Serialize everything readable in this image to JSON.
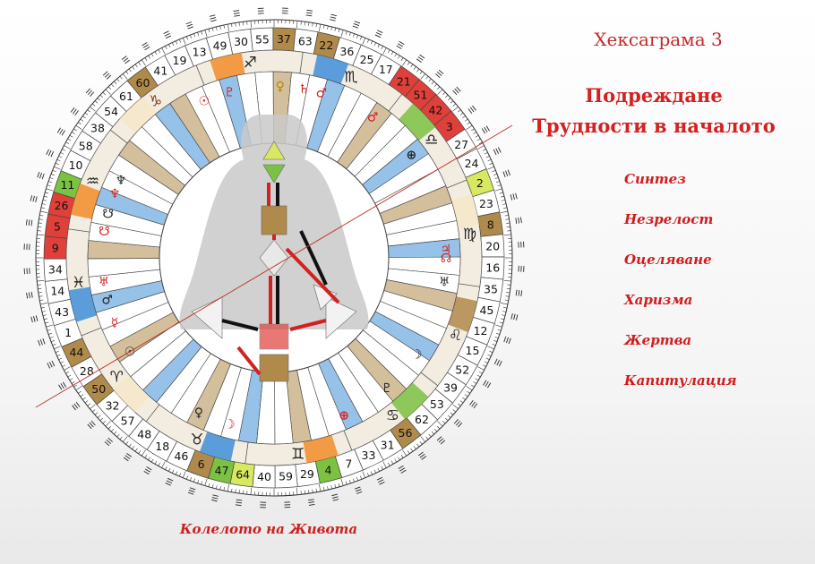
{
  "hexagram_title": "Хексаграма 3",
  "hexagram_name": [
    "Подреждане",
    "Трудности в началото"
  ],
  "keywords": [
    "Синтез",
    "Незрелост",
    "Оцеляване",
    "Харизма",
    "Жертва",
    "Капитулация"
  ],
  "caption": "Колелото на Живота",
  "wheel_gates": [
    41,
    19,
    13,
    49,
    30,
    55,
    37,
    63,
    22,
    36,
    25,
    17,
    21,
    51,
    42,
    3,
    27,
    24,
    2,
    23,
    8,
    20,
    16,
    35,
    45,
    12,
    15,
    52,
    39,
    53,
    62,
    56,
    31,
    33,
    7,
    4,
    29,
    59,
    40,
    64,
    47,
    6,
    46,
    18,
    48,
    57,
    32,
    50,
    28,
    44,
    1,
    43,
    14,
    34,
    9,
    5,
    26,
    11,
    10,
    58,
    38,
    54,
    61,
    60
  ],
  "zodiac_signs": [
    {
      "glyph": "♑",
      "color": "#7a3b1a"
    },
    {
      "glyph": "♐",
      "color": "#222222"
    },
    {
      "glyph": "♏",
      "color": "#222222"
    },
    {
      "glyph": "♎",
      "color": "#222222"
    },
    {
      "glyph": "♍",
      "color": "#222222"
    },
    {
      "glyph": "♌",
      "color": "#222222"
    },
    {
      "glyph": "♋",
      "color": "#222222"
    },
    {
      "glyph": "♊",
      "color": "#222222"
    },
    {
      "glyph": "♉",
      "color": "#222222"
    },
    {
      "glyph": "♈",
      "color": "#222222"
    },
    {
      "glyph": "♓",
      "color": "#222222"
    },
    {
      "glyph": "♒",
      "color": "#222222"
    }
  ],
  "sector_colors": {
    "brown": "#b08a4a",
    "green": "#7cc242",
    "red": "#e0403a",
    "blue": "#3f8fd8",
    "orange": "#f28c28",
    "yellow": "#d8e860",
    "light": "#f6e7c8"
  },
  "highlight_colors": {
    "11": "#7cc242",
    "26": "#e0403a",
    "5": "#e0403a",
    "9": "#e0403a",
    "44": "#b08a4a",
    "50": "#b08a4a",
    "47": "#7cc242",
    "64": "#d8e860",
    "4": "#7cc242",
    "56": "#b08a4a",
    "2": "#d8e860",
    "8": "#b08a4a",
    "3": "#e0403a",
    "42": "#e0403a",
    "51": "#e0403a",
    "21": "#e0403a",
    "60": "#b08a4a",
    "37": "#b08a4a",
    "22": "#b08a4a",
    "6": "#b08a4a"
  },
  "planet_markers": [
    {
      "glyph": "♀",
      "angle": 2,
      "color": "#b08a00"
    },
    {
      "glyph": "♄",
      "angle": 10,
      "color": "#d32020"
    },
    {
      "glyph": "♂",
      "angle": 16,
      "color": "#d32020"
    },
    {
      "glyph": "♂",
      "angle": 35,
      "color": "#d32020"
    },
    {
      "glyph": "⊕",
      "angle": 53,
      "color": "#222222"
    },
    {
      "glyph": "♃",
      "angle": 87,
      "color": "#d32020"
    },
    {
      "glyph": "☊",
      "angle": 90,
      "color": "#d32020"
    },
    {
      "glyph": "♅",
      "angle": 98,
      "color": "#222222"
    },
    {
      "glyph": "☽",
      "angle": 124,
      "color": "#222222"
    },
    {
      "glyph": "♇",
      "angle": 139,
      "color": "#222222"
    },
    {
      "glyph": "⊕",
      "angle": 156,
      "color": "#d32020"
    },
    {
      "glyph": "☽",
      "angle": 195,
      "color": "#d32020"
    },
    {
      "glyph": "♀",
      "angle": 206,
      "color": "#222222"
    },
    {
      "glyph": "☉",
      "angle": 237,
      "color": "#222222"
    },
    {
      "glyph": "☿",
      "angle": 248,
      "color": "#d32020"
    },
    {
      "glyph": "♂",
      "angle": 256,
      "color": "#222222"
    },
    {
      "glyph": "♅",
      "angle": 262,
      "color": "#d32020"
    },
    {
      "glyph": "☋",
      "angle": 279,
      "color": "#d32020"
    },
    {
      "glyph": "☋",
      "angle": 285,
      "color": "#222222"
    },
    {
      "glyph": "♆",
      "angle": 292,
      "color": "#d32020"
    },
    {
      "glyph": "♆",
      "angle": 297,
      "color": "#222222"
    },
    {
      "glyph": "♇",
      "angle": 345,
      "color": "#d32020"
    },
    {
      "glyph": "☉",
      "angle": 336,
      "color": "#d32020"
    }
  ]
}
